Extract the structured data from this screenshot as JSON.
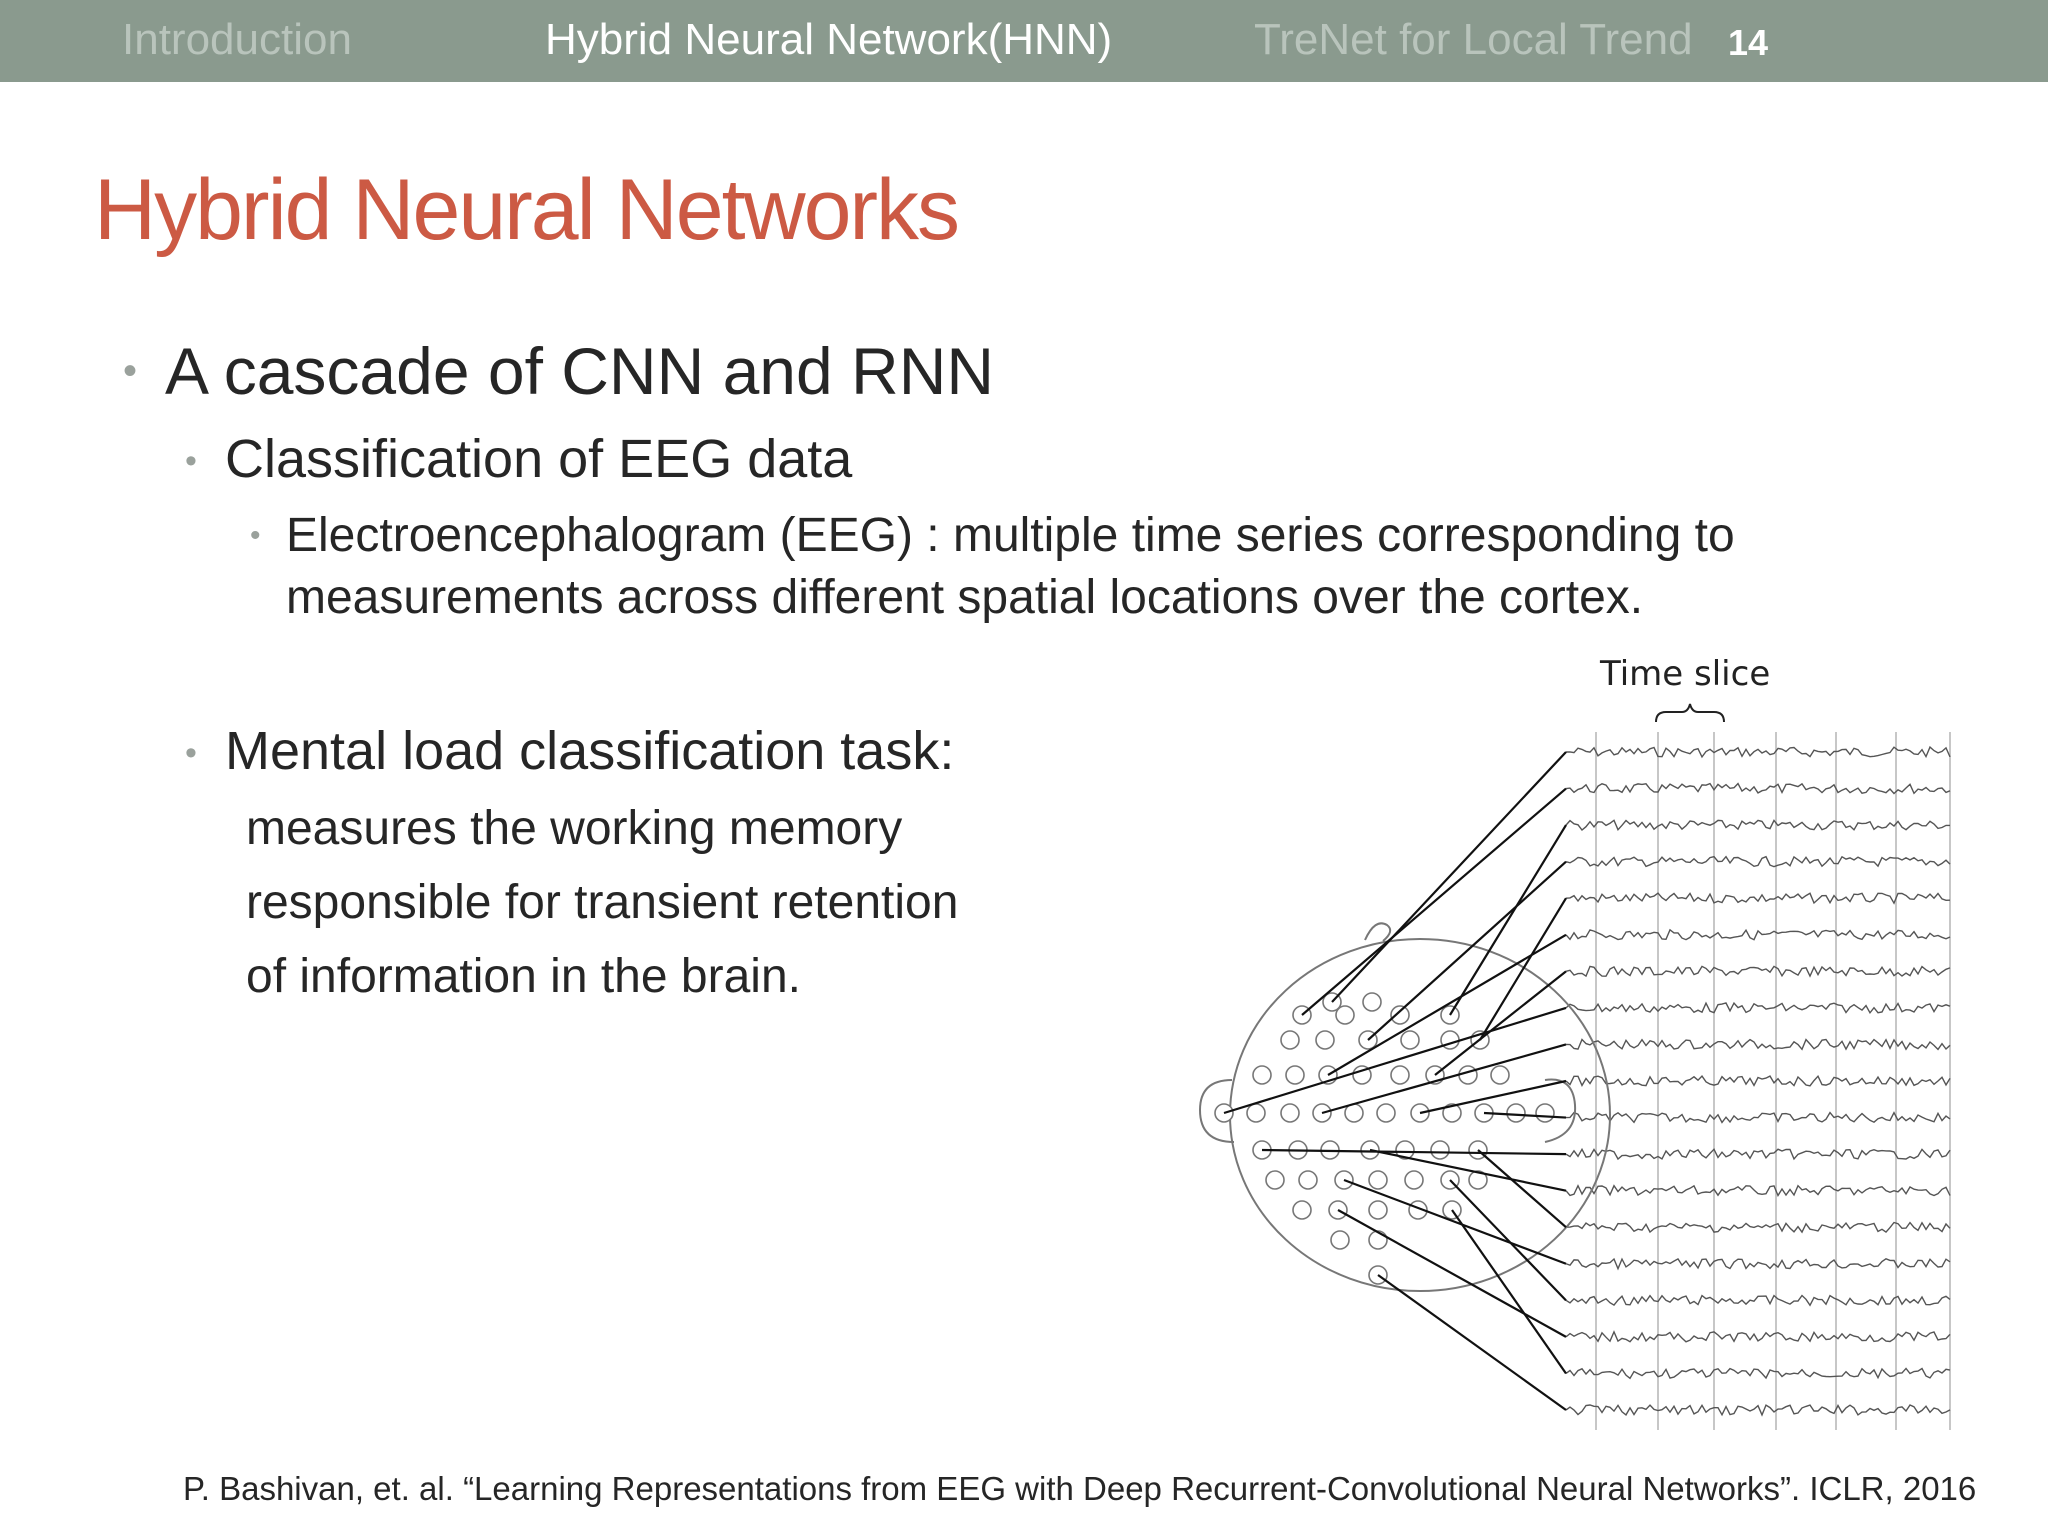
{
  "header": {
    "nav": [
      "Introduction",
      "Hybrid Neural Network(HNN)",
      "TreNet for Local Trend"
    ],
    "page_number": "14"
  },
  "slide": {
    "title": "Hybrid Neural Networks",
    "bullet1": "A cascade of CNN and RNN",
    "bullet1_1": "Classification of EEG data",
    "bullet1_1_1": "Electroencephalogram (EEG) : multiple time series corresponding to measurements across different spatial locations over the cortex.",
    "bullet1_2": "Mental load classification task:",
    "bullet1_2_lines": [
      "measures the working memory",
      "responsible for transient retention",
      "of information in the brain."
    ],
    "citation": "P. Bashivan, et. al. “Learning Representations from EEG with Deep Recurrent-Convolutional Neural Networks”. ICLR, 2016"
  },
  "figure": {
    "time_slice_label": "Time slice"
  },
  "colors": {
    "header_bg": "#8a9a8e",
    "title": "#cc5a44",
    "nav_inactive": "#b9c4bc",
    "nav_active": "#ffffff"
  }
}
